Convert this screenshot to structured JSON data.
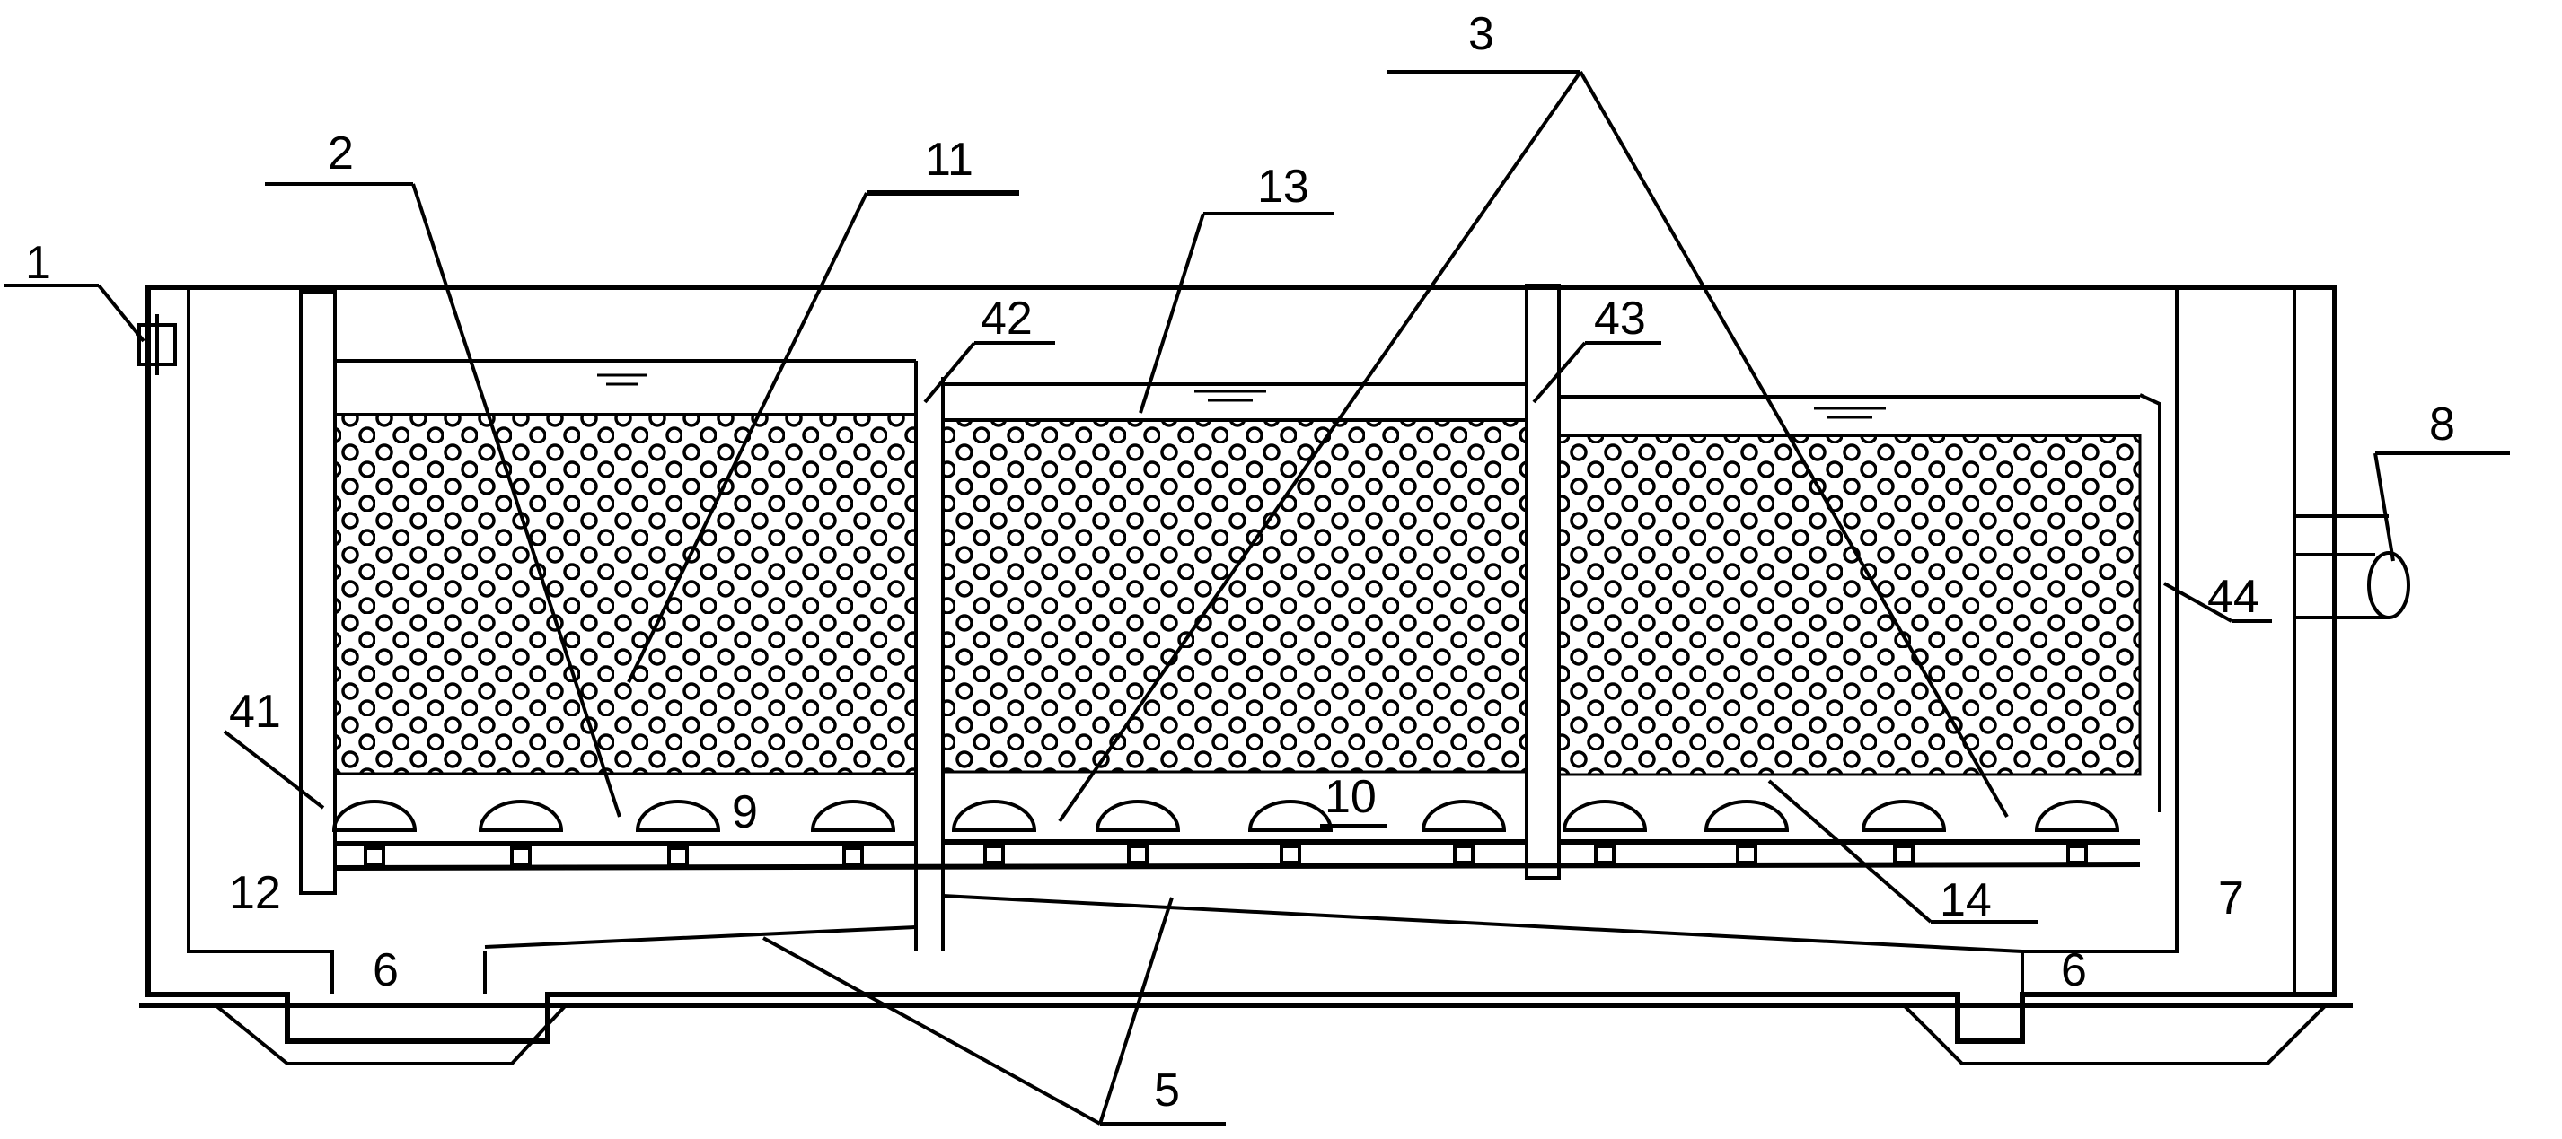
{
  "labels": {
    "l1": "1",
    "l2": "2",
    "l3": "3",
    "l5": "5",
    "l6a": "6",
    "l6b": "6",
    "l7": "7",
    "l8": "8",
    "l9": "9",
    "l10": "10",
    "l11": "11",
    "l12": "12",
    "l13": "13",
    "l14": "14",
    "l41": "41",
    "l42": "42",
    "l43": "43",
    "l44": "44"
  }
}
